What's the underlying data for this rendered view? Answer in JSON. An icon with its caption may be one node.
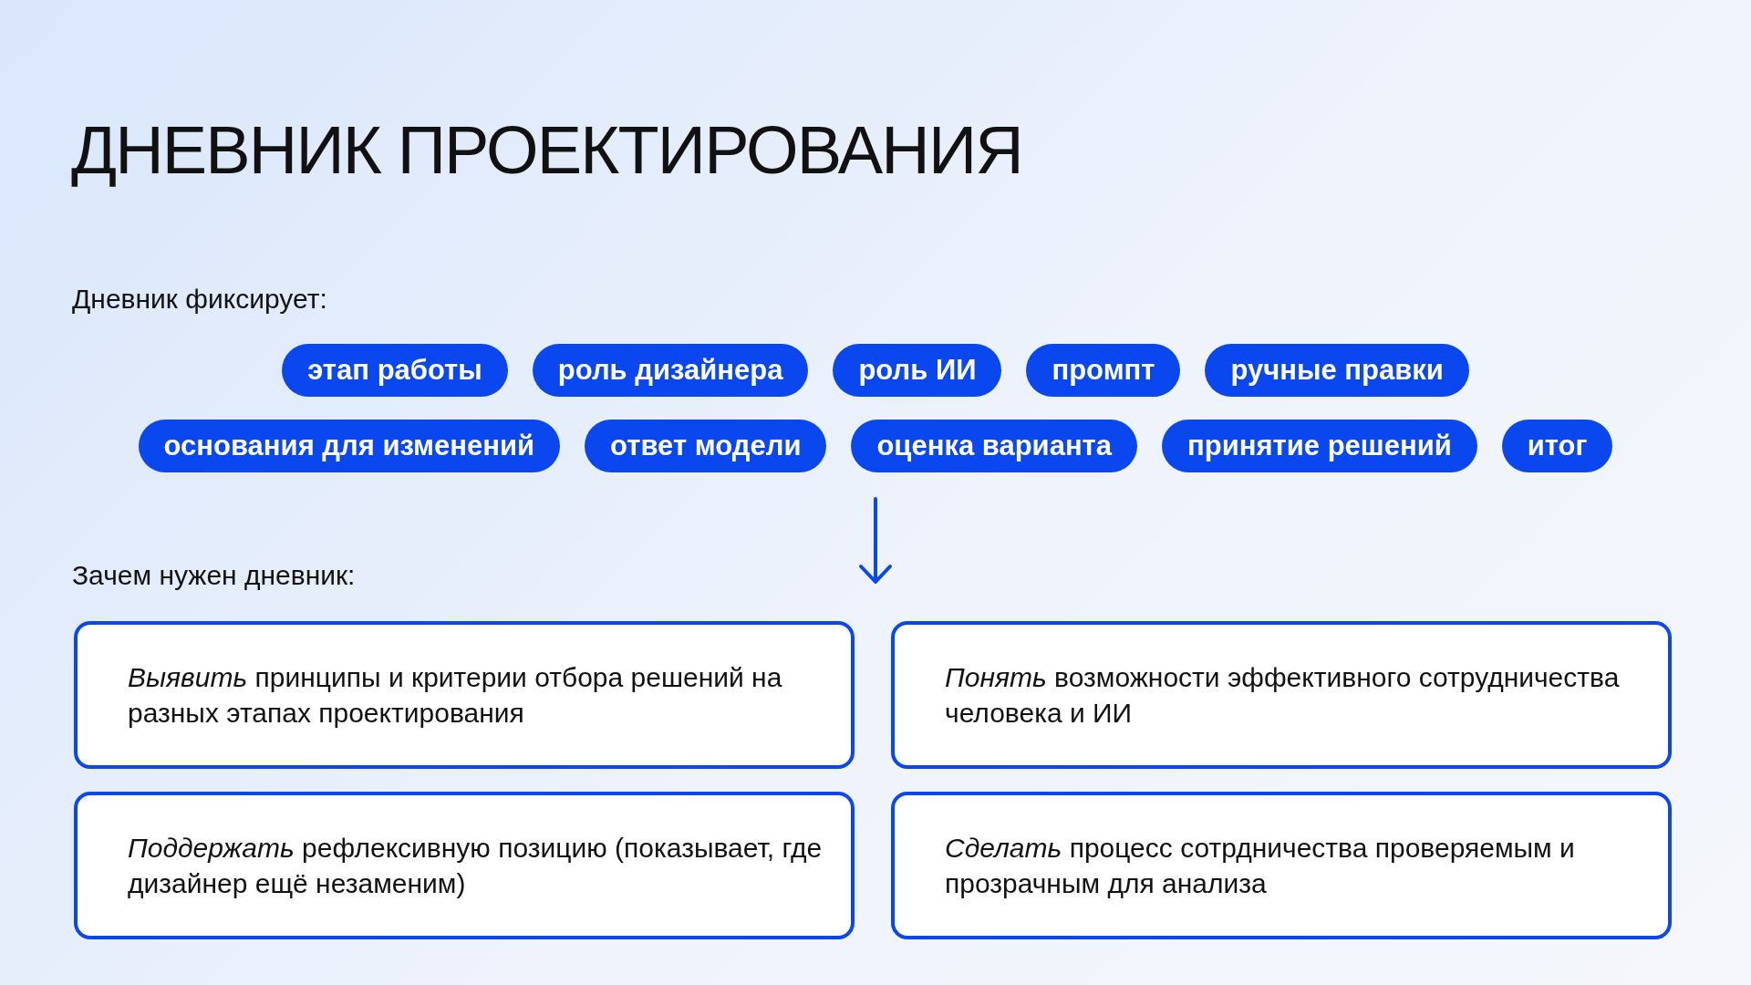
{
  "diagram": {
    "title": "ДНЕВНИК ПРОЕКТИРОВАНИЯ",
    "nodes": [
      {
        "text": [
          "этап работы"
        ]
      },
      {
        "text": [
          "роль дизайнера"
        ]
      },
      {
        "text": [
          "роль ИИ"
        ]
      },
      {
        "text": [
          "промпт"
        ]
      },
      {
        "text": [
          "ручные правки"
        ]
      },
      {
        "text": [
          "основания для изменений"
        ]
      },
      {
        "text": [
          "ответ модели"
        ]
      },
      {
        "text": [
          "оценка варианта"
        ]
      },
      {
        "text": [
          "принятие решений"
        ]
      },
      {
        "text": [
          "итог"
        ]
      },
      {
        "text": [
          "*Выявить* принципы и критерии отбора решений на разных этапах проектирования"
        ]
      },
      {
        "text": [
          "*Понять* возможности эффективного сотрудничества человека и ИИ"
        ]
      },
      {
        "text": [
          "*Поддержать* рефлексивную позицию (показывает, где дизайнер ещё незаменим)"
        ]
      },
      {
        "text": [
          "*Сделать* процесс сотрдничества проверяемым и прозрачным для анализа"
        ]
      }
    ],
    "labels": [
      "Дневник фиксирует:",
      "Зачем нужен дневник:"
    ]
  }
}
